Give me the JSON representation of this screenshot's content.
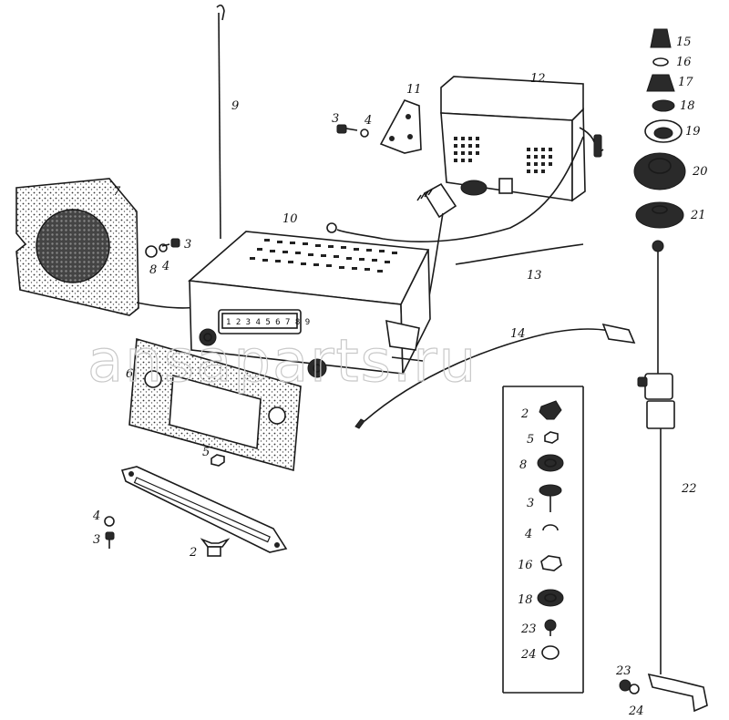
{
  "watermark": "ansaparts.ru",
  "dial_scale": "1 2 3 4 5 6 7 8 9",
  "callouts": {
    "c1": "9",
    "c2": "11",
    "c3": "12",
    "c4": "3",
    "c5": "4",
    "c6": "7",
    "c7": "10",
    "c8": "3",
    "c9": "8",
    "c10": "4",
    "c11": "13",
    "c12": "14",
    "c13": "6",
    "c14": "5",
    "c15": "4",
    "c16": "3",
    "c17": "2",
    "c18": "15",
    "c19": "16",
    "c20": "17",
    "c21": "18",
    "c22": "19",
    "c23": "20",
    "c24": "21",
    "c25": "22",
    "c26": "2",
    "c27": "5",
    "c28": "8",
    "c29": "3",
    "c30": "4",
    "c31": "16",
    "c32": "18",
    "c33": "23",
    "c34": "24",
    "c35": "23",
    "c36": "24"
  },
  "colors": {
    "ink": "#1a1a1a",
    "paper": "#ffffff",
    "watermark": "#c9c9c9"
  }
}
